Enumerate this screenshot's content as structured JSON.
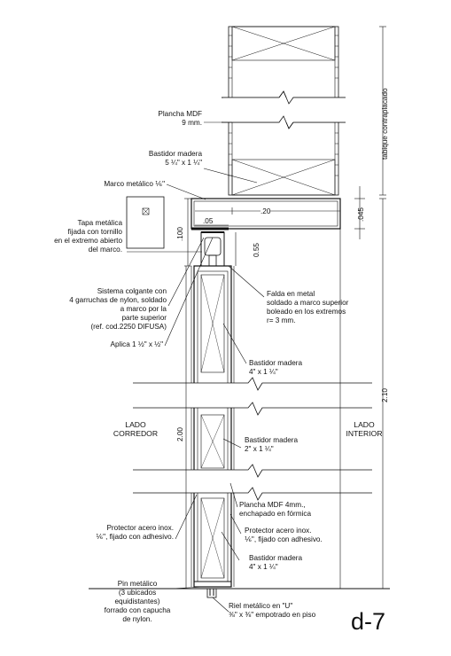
{
  "detail": "d-7",
  "labels": {
    "tabique": "tabique contraplacado",
    "plancha_mdf": [
      "Plancha MDF",
      "9 mm."
    ],
    "bastidor_top": [
      "Bastidor madera",
      "5 ¼\" x 1 ¼\""
    ],
    "marco_metalico": "Marco metálico ⅙\"",
    "tapa_metalica": [
      "Tapa metálica",
      "fijada con tornillo",
      "en el extremo abierto",
      "del marco."
    ],
    "sistema_colgante": [
      "Sistema colgante con",
      "4 garruchas de nylon, soldado",
      "a marco por la",
      "parte superior",
      "(ref. cod.2250 DIFUSA)"
    ],
    "aplica": "Aplica 1 ½\" x ½\"",
    "falda": [
      "Falda en metal",
      "soldado a marco superior",
      "boleado en los extremos",
      "r= 3 mm."
    ],
    "bastidor_mid1": [
      "Bastidor madera",
      "4\" x 1 ¼\""
    ],
    "lado_corredor": [
      "LADO",
      "CORREDOR"
    ],
    "lado_interior": [
      "LADO",
      "INTERIOR"
    ],
    "bastidor_mid2": [
      "Bastidor madera",
      "2\" x 1 ¼\""
    ],
    "plancha_4mm": [
      "Plancha MDF 4mm.,",
      "enchapado en fórmica"
    ],
    "protector_left": [
      "Protector acero inox.",
      "⅙\", fijado con adhesivo."
    ],
    "protector_right": [
      "Protector acero inox.",
      "⅙\", fijado con adhesivo."
    ],
    "bastidor_bottom": [
      "Bastidor madera",
      "4\" x 1 ¼\""
    ],
    "pin_metalico": [
      "Pin metálico",
      "(3 ubicados",
      "equidistantes)",
      "forrado con capucha",
      "de nylon."
    ],
    "riel": [
      "Riel metálico en \"U\"",
      "⅜\" x ⅜\" empotrado en piso"
    ]
  },
  "dimensions": {
    "d_05": ".05",
    "d_20": ".20",
    "d_045": ".045",
    "d_100": ".100",
    "d_055": "0.55",
    "d_200": "2.00",
    "d_210": "2.10"
  }
}
